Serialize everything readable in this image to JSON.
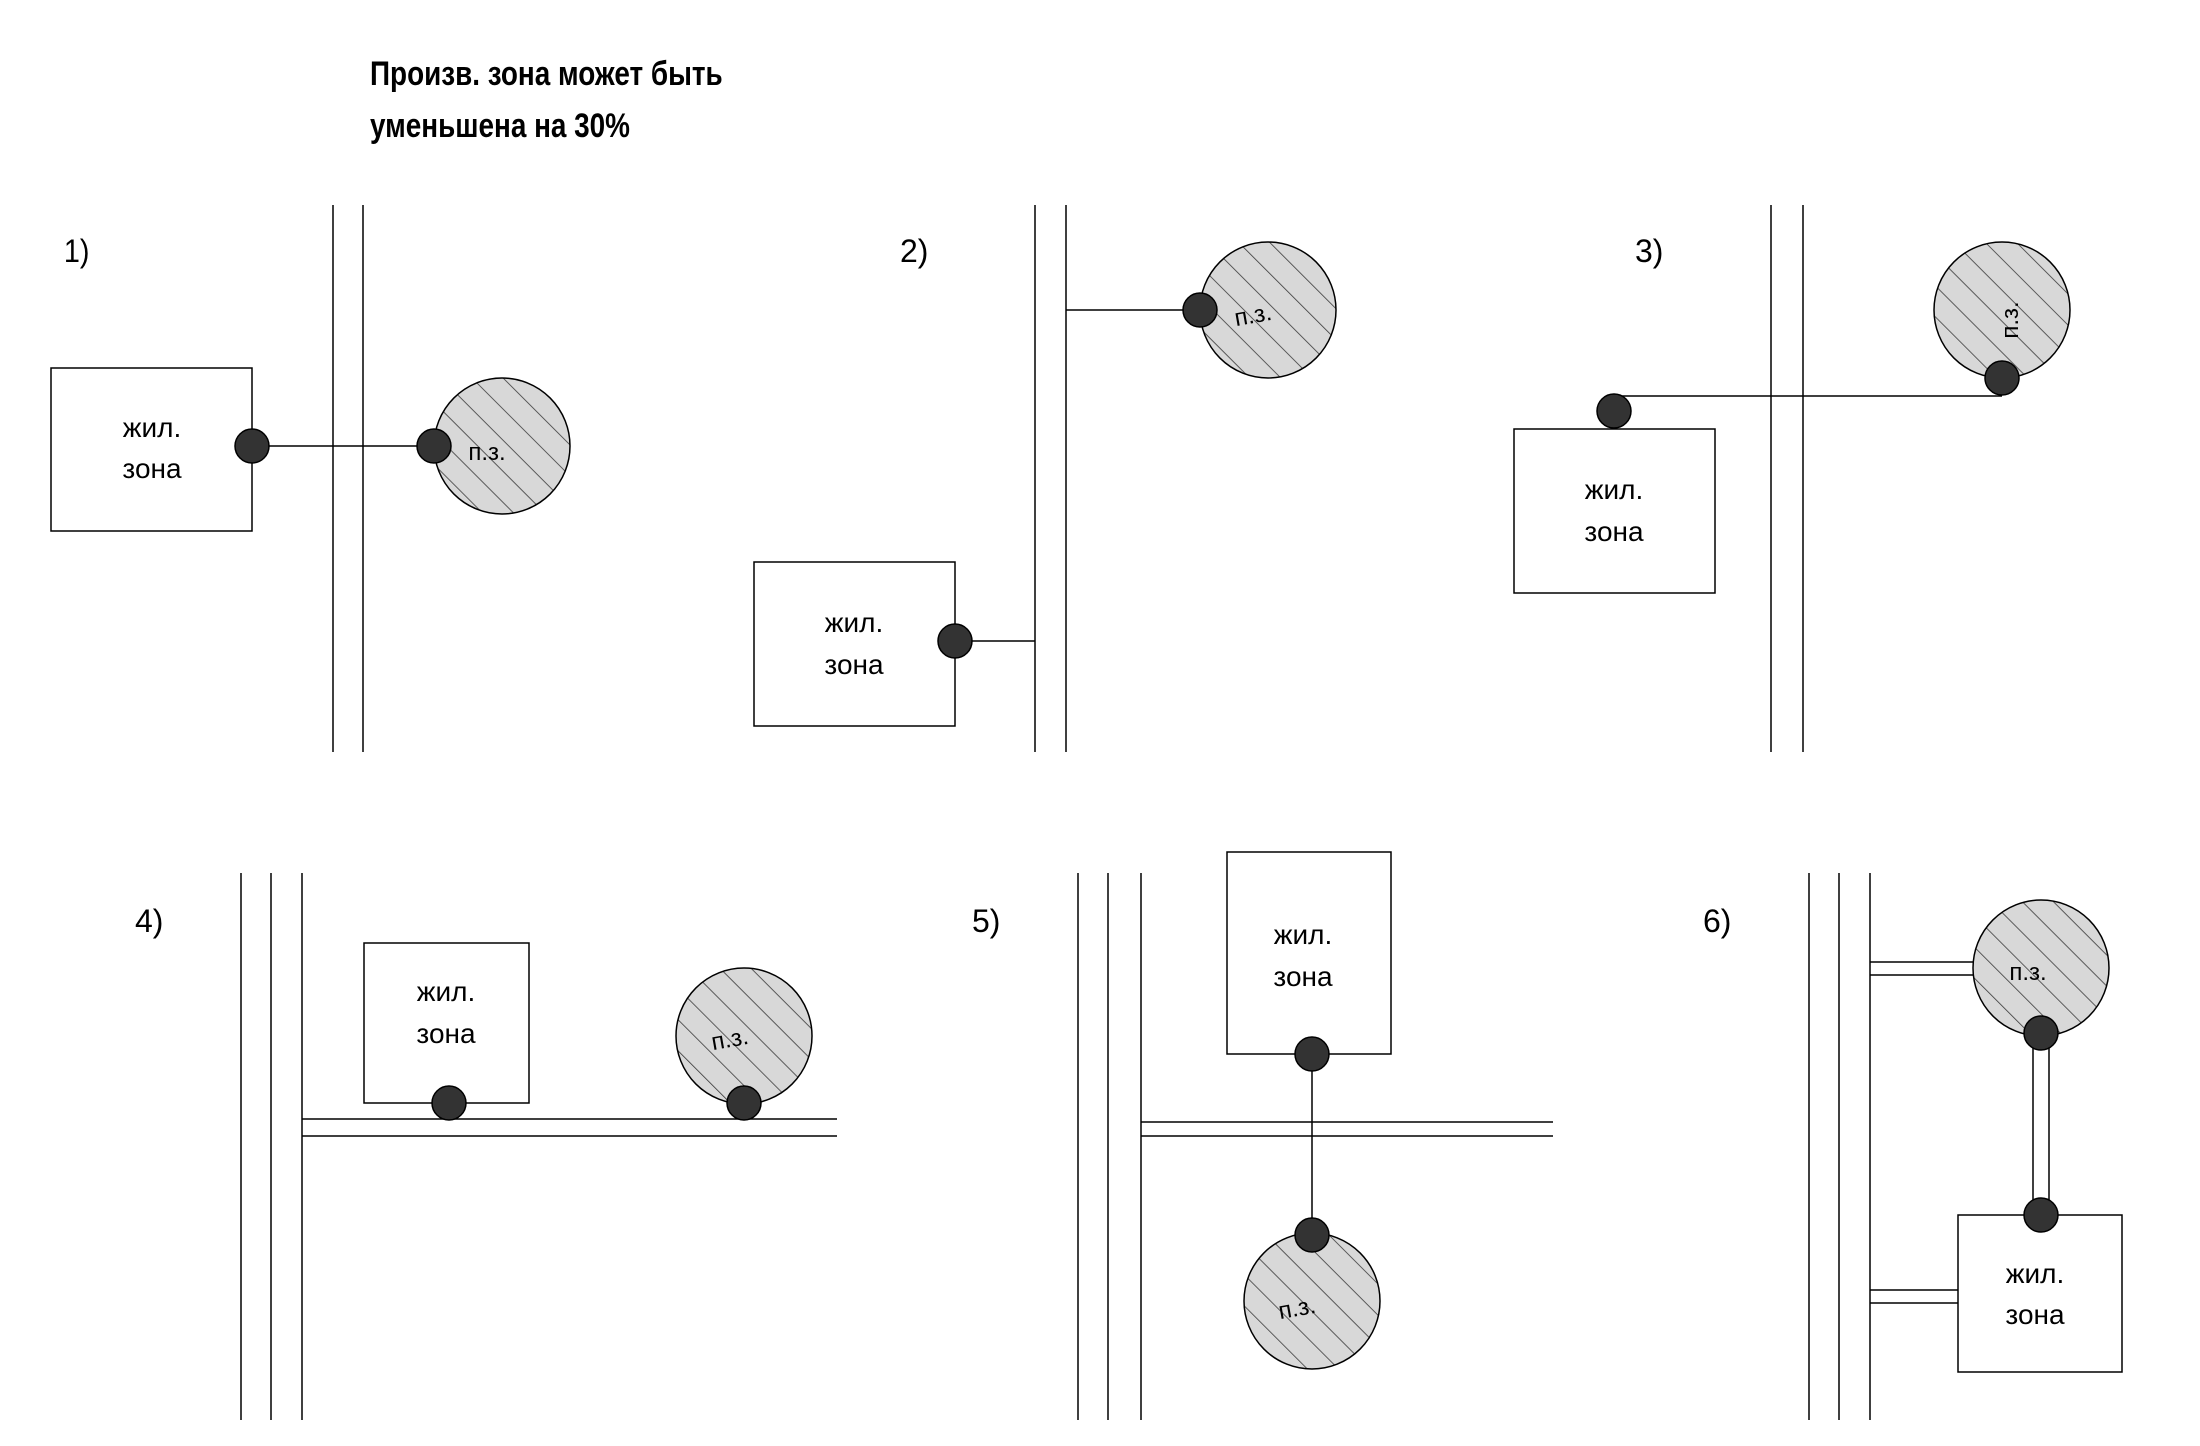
{
  "title": {
    "line1": "Произв. зона может быть",
    "line2": "уменьшена на 30%"
  },
  "labels": {
    "residential_line1": "жил.",
    "residential_line2": "зона",
    "industrial": "п.з."
  },
  "scenarios": [
    {
      "number": "1)"
    },
    {
      "number": "2)"
    },
    {
      "number": "3)"
    },
    {
      "number": "4)"
    },
    {
      "number": "5)"
    },
    {
      "number": "6)"
    }
  ]
}
